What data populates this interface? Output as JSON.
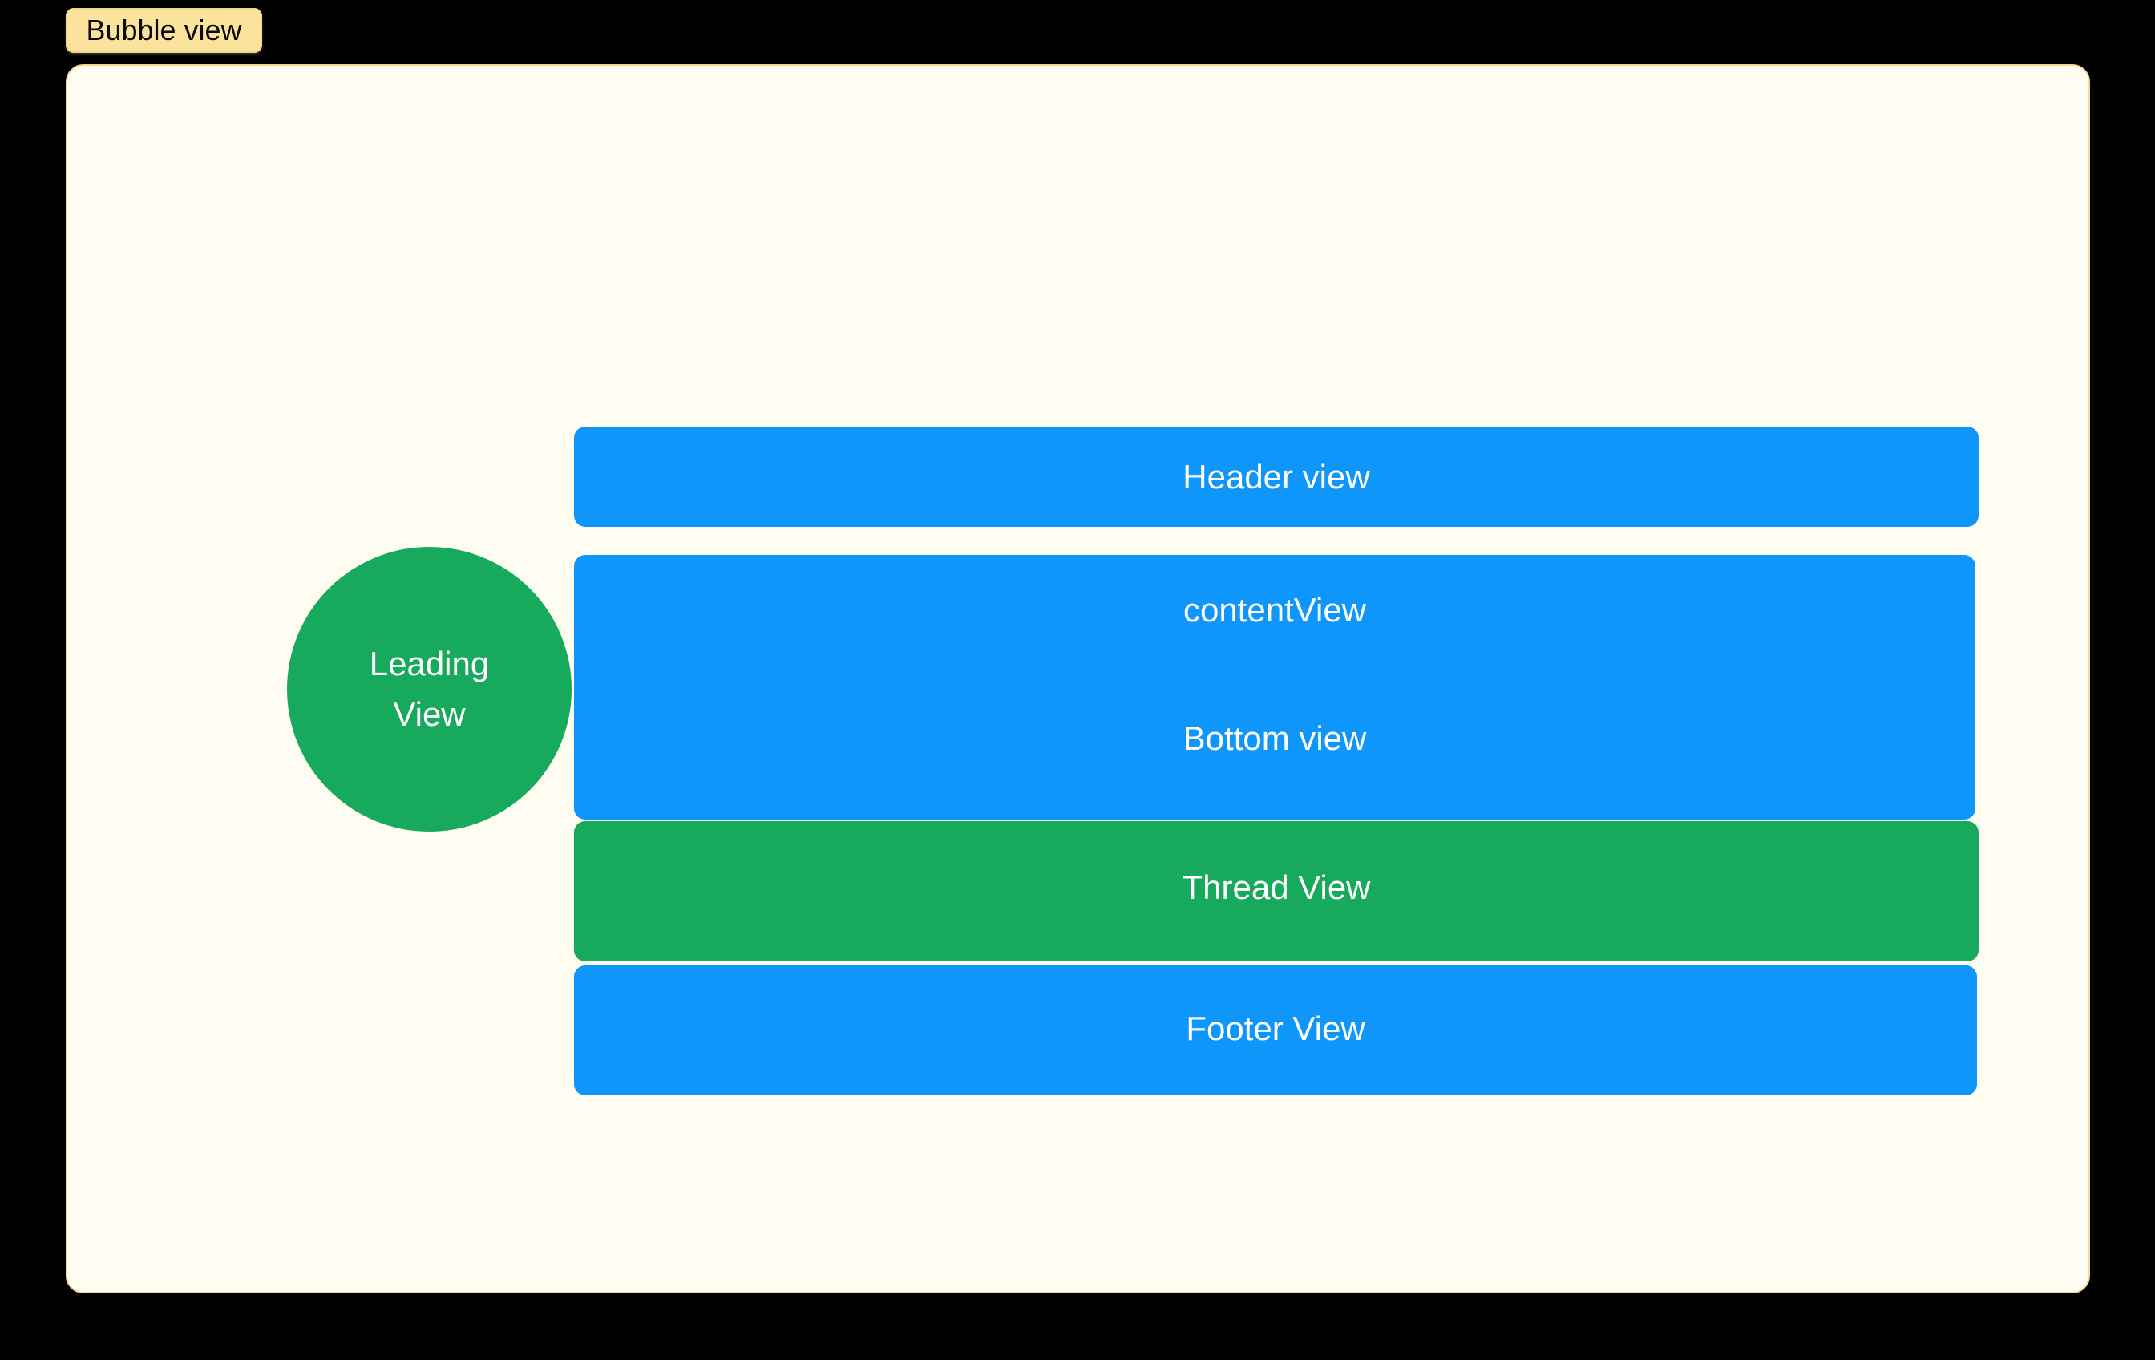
{
  "badge": {
    "label": "Bubble view",
    "background": "#fbe39b",
    "text_color": "#0a0a0a"
  },
  "canvas": {
    "background": "#fffdf2",
    "border_color": "#f8d98f"
  },
  "colors": {
    "blue": "#0f96fb",
    "green": "#17a95c",
    "page_background": "#000000",
    "label_text": "#ffffff"
  },
  "leading": {
    "line1": "Leading",
    "line2": "View",
    "color": "#17a95c"
  },
  "bars": [
    {
      "id": "header",
      "label": "Header view",
      "color": "#0f96fb"
    },
    {
      "id": "content",
      "label": "contentView",
      "color": "#0f96fb"
    },
    {
      "id": "bottom",
      "label": "Bottom view",
      "color": "#0f96fb"
    },
    {
      "id": "thread",
      "label": "Thread View",
      "color": "#17a95c"
    },
    {
      "id": "footer",
      "label": "Footer View",
      "color": "#0f96fb"
    }
  ]
}
